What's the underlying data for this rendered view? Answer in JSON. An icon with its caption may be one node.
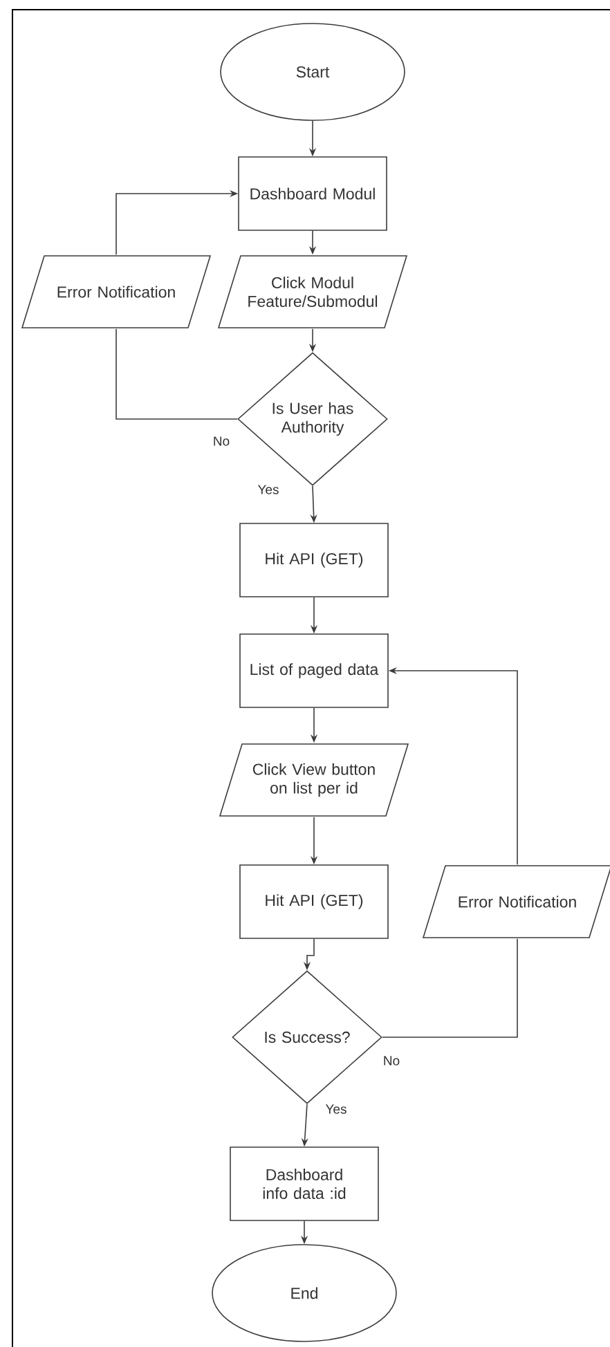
{
  "diagram": {
    "nodes": [
      {
        "text": [
          "Start"
        ]
      },
      {
        "text": [
          "Dashboard Modul"
        ]
      },
      {
        "text": [
          "Error Notification"
        ]
      },
      {
        "text": [
          "Click Modul Feature/Submodul"
        ]
      },
      {
        "text": [
          "Is User has Authority"
        ]
      },
      {
        "text": [
          "Hit API (GET)"
        ]
      },
      {
        "text": [
          "List of paged data"
        ]
      },
      {
        "text": [
          "Click View button on list per id"
        ]
      },
      {
        "text": [
          "Hit API (GET)"
        ]
      },
      {
        "text": [
          "Error Notification"
        ]
      },
      {
        "text": [
          "Is Success?"
        ]
      },
      {
        "text": [
          "Dashboard info data :id"
        ]
      },
      {
        "text": [
          "End"
        ]
      }
    ],
    "edges": [
      {
        "from": 0,
        "to": 1,
        "arrow": "to"
      },
      {
        "from": 1,
        "to": 3,
        "arrow": "to"
      },
      {
        "from": 3,
        "to": 4,
        "arrow": "to"
      },
      {
        "from": 4,
        "to": 2,
        "arrow": "none",
        "label": "No"
      },
      {
        "from": 2,
        "to": 1,
        "arrow": "to"
      },
      {
        "from": 4,
        "to": 5,
        "arrow": "to",
        "label": "Yes"
      },
      {
        "from": 5,
        "to": 6,
        "arrow": "to"
      },
      {
        "from": 6,
        "to": 7,
        "arrow": "to"
      },
      {
        "from": 7,
        "to": 8,
        "arrow": "to"
      },
      {
        "from": 8,
        "to": 10,
        "arrow": "to"
      },
      {
        "from": 10,
        "to": 9,
        "arrow": "none",
        "label": "No"
      },
      {
        "from": 9,
        "to": 6,
        "arrow": "to"
      },
      {
        "from": 10,
        "to": 11,
        "arrow": "to",
        "label": "Yes"
      },
      {
        "from": 11,
        "to": 12,
        "arrow": "to"
      }
    ]
  }
}
